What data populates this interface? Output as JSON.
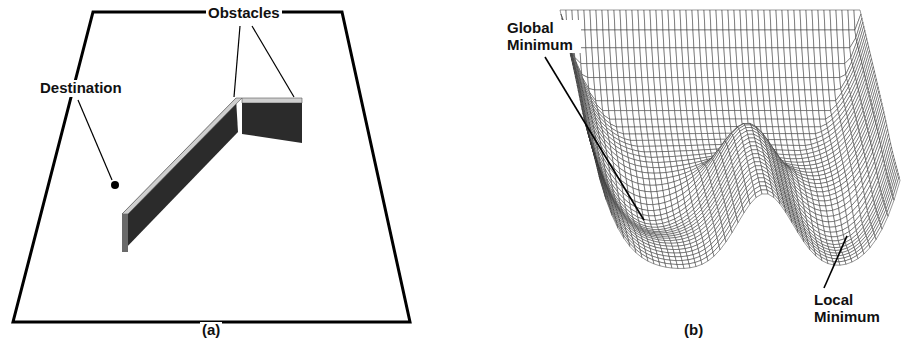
{
  "diagram": {
    "labels": [
      "Destination",
      "Obstacles",
      "Global Minimum",
      "Local Minimum",
      "(a)",
      "(b)"
    ]
  }
}
